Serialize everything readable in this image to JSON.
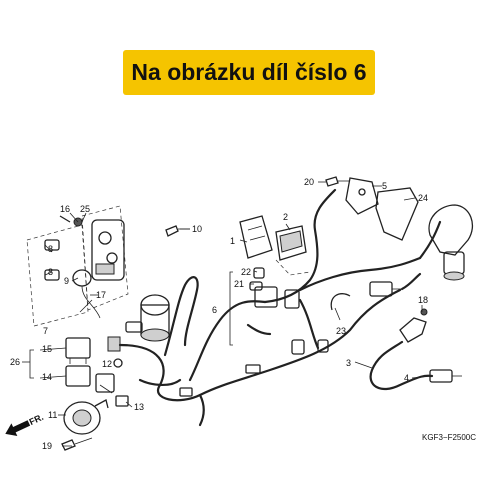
{
  "banner": {
    "text": "Na obrázku díl číslo 6"
  },
  "diagram_code": "KGF3−F2500C",
  "direction_arrow": "FR.",
  "callouts": [
    "1",
    "2",
    "3",
    "4",
    "5",
    "6",
    "7",
    "8",
    "9",
    "10",
    "11",
    "12",
    "13",
    "14",
    "15",
    "16",
    "17",
    "18",
    "19",
    "20",
    "21",
    "22",
    "23",
    "24",
    "25",
    "26"
  ],
  "colors": {
    "banner": "#f5c400",
    "line": "#222222"
  }
}
